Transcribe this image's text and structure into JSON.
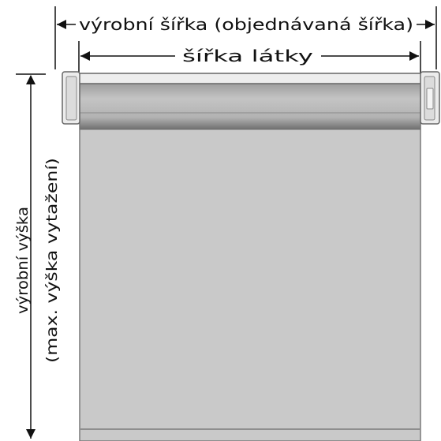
{
  "labels": {
    "production_width": "výrobní šířka (objednávaná šířka)",
    "fabric_width": "šířka látky",
    "production_height": "výrobní výška",
    "max_extension_height": "(max. výška vytažení)"
  },
  "colors": {
    "line": "#111111",
    "fabric": "#c9c9c9",
    "fabric_border": "#777777",
    "roller": "#b3b3b3",
    "roller_dark": "#7a7a7a",
    "cassette": "#ececec",
    "cassette_border": "#6e6e6e",
    "bottom_rail": "#9e9e9e"
  }
}
